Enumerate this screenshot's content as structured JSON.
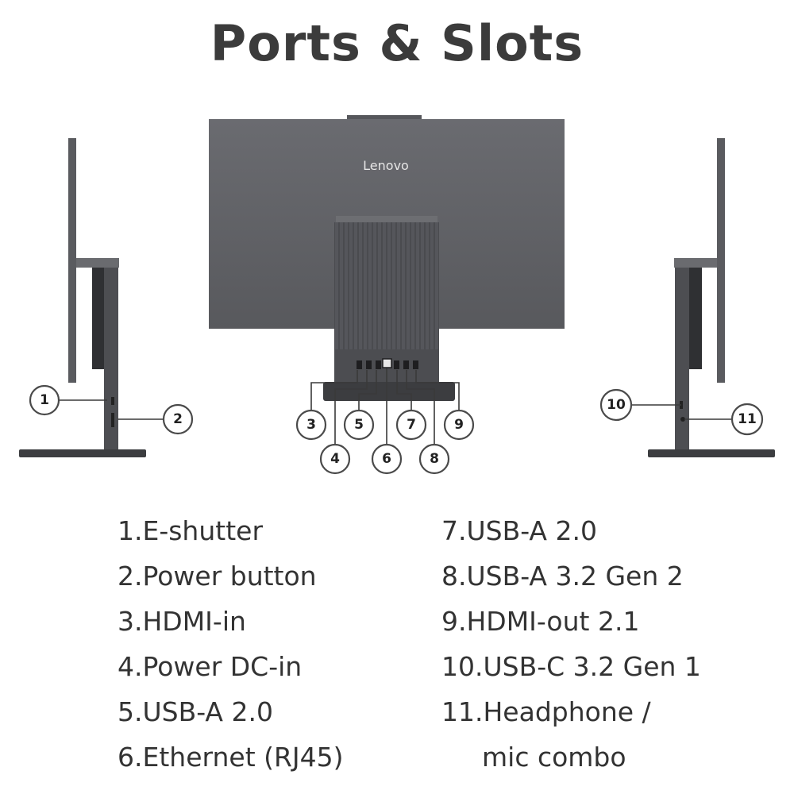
{
  "title": "Ports & Slots",
  "brand": "Lenovo",
  "callouts": [
    "1",
    "2",
    "3",
    "4",
    "5",
    "6",
    "7",
    "8",
    "9",
    "10",
    "11"
  ],
  "ports_left": [
    "1.E-shutter",
    "2.Power button",
    "3.HDMI-in",
    "4.Power DC-in",
    "5.USB-A 2.0",
    "6.Ethernet (RJ45)"
  ],
  "ports_right": [
    "7.USB-A 2.0",
    "8.USB-A 3.2 Gen 2",
    "9.HDMI-out 2.1",
    "10.USB-C 3.2 Gen 1",
    "11.Headphone /",
    "mic combo"
  ],
  "colors": {
    "body": "#5f6064",
    "stand": "#4a4b4f",
    "base": "#3c3d40",
    "text": "#333333"
  }
}
